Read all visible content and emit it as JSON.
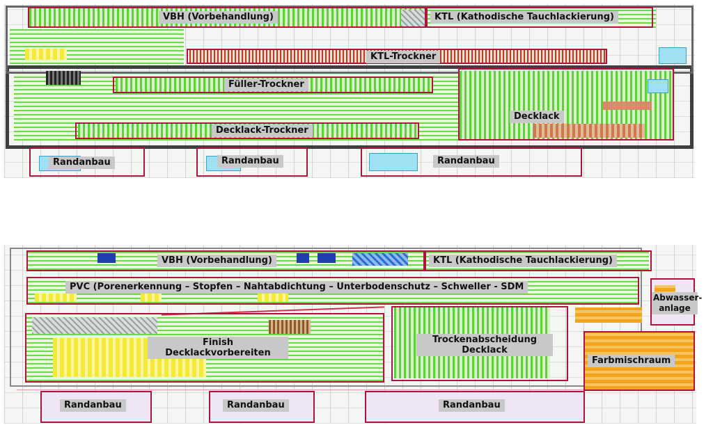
{
  "top_plan": {
    "zones": {
      "vbh": "VBH (Vorbehandlung)",
      "ktl": "KTL (Kathodische Tauchlackierung)",
      "ktl_trockner": "KTL-Trockner",
      "fueller_trockner": "Füller-Trockner",
      "decklack": "Decklack",
      "decklack_trockner": "Decklack-Trockner",
      "randanbau_1": "Randanbau",
      "randanbau_2": "Randanbau",
      "randanbau_3": "Randanbau"
    }
  },
  "bottom_plan": {
    "zones": {
      "vbh": "VBH (Vorbehandlung)",
      "ktl": "KTL (Kathodische Tauchlackierung)",
      "pvc": "PVC (Porenerkennung – Stopfen – Nahtabdichtung – Unterbodenschutz – Schweller - SDM",
      "abwasser": "Abwasser-anlage",
      "finish": "Finish Decklackvorbereiten",
      "trockenabscheidung": "Trockenabscheidung Decklack",
      "farbmischraum": "Farbmischraum",
      "randanbau_1": "Randanbau",
      "randanbau_2": "Randanbau",
      "randanbau_3": "Randanbau"
    }
  },
  "colors": {
    "zone_border": "#b0123e",
    "label_bg": "#c8c8c8",
    "equipment_green": "#5fcf3a",
    "equipment_yellow": "#f4e93a",
    "equipment_orange": "#f2a41c"
  }
}
